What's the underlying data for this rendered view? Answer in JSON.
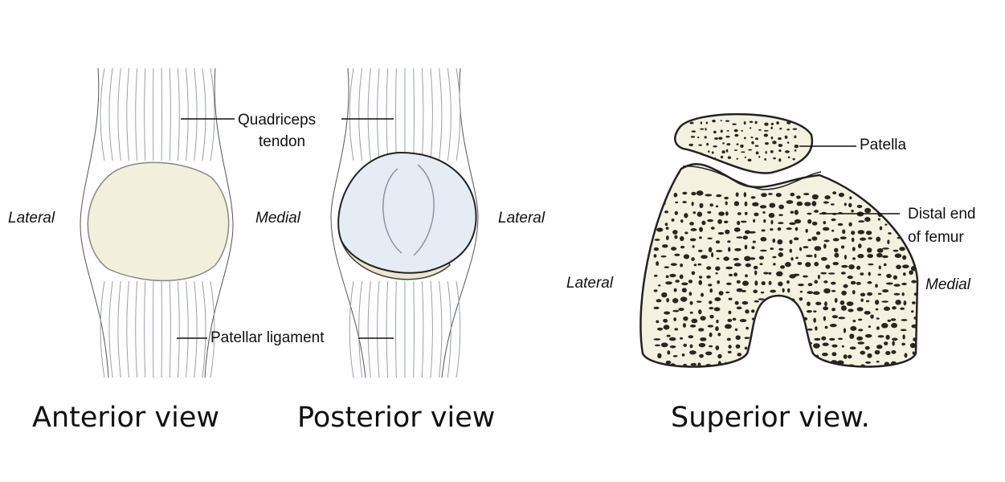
{
  "labels": {
    "quadriceps_tendon": [
      "Quadriceps",
      "tendon"
    ],
    "patellar_ligament": "Patellar ligament",
    "anterior_lateral": "Lateral",
    "anterior_medial": "Medial",
    "posterior_lateral": "Lateral",
    "patella": "Patella",
    "distal_femur": [
      "Distal end",
      "of femur"
    ],
    "superior_lateral": "Lateral",
    "superior_medial": "Medial"
  },
  "captions": {
    "anterior": "Anterior view",
    "posterior": "Posterior view",
    "superior": "Superior view."
  },
  "colors": {
    "bone": "#f4f1e1",
    "cartilage": "#e6ecf4",
    "outline": "#222222",
    "tendon_line": "#9aa0aa"
  }
}
